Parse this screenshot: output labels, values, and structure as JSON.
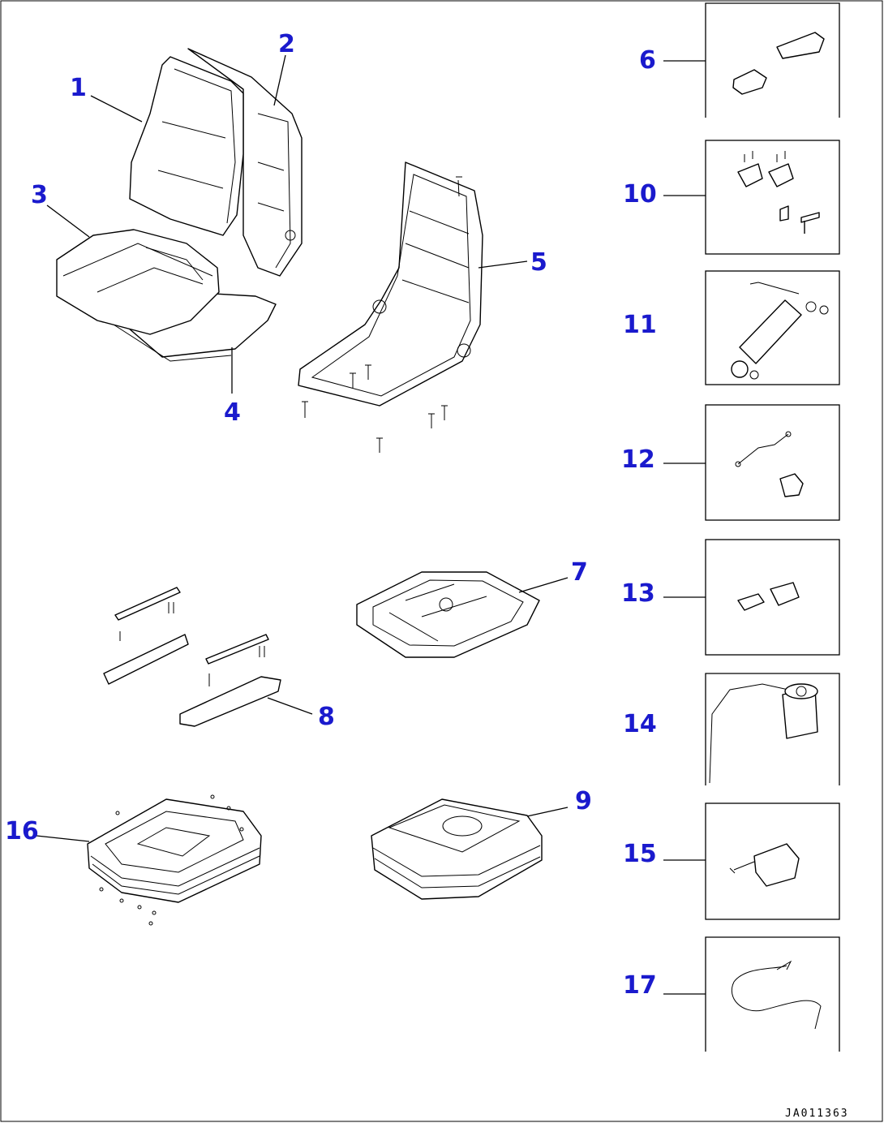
{
  "callouts": {
    "c1": "1",
    "c2": "2",
    "c3": "3",
    "c4": "4",
    "c5": "5",
    "c6": "6",
    "c7": "7",
    "c8": "8",
    "c9": "9",
    "c10": "10",
    "c11": "11",
    "c12": "12",
    "c13": "13",
    "c14": "14",
    "c15": "15",
    "c16": "16",
    "c17": "17"
  },
  "drawing_code": "JA011363",
  "colors": {
    "callout": "#1a1acd",
    "line": "#000000",
    "background": "#ffffff"
  }
}
